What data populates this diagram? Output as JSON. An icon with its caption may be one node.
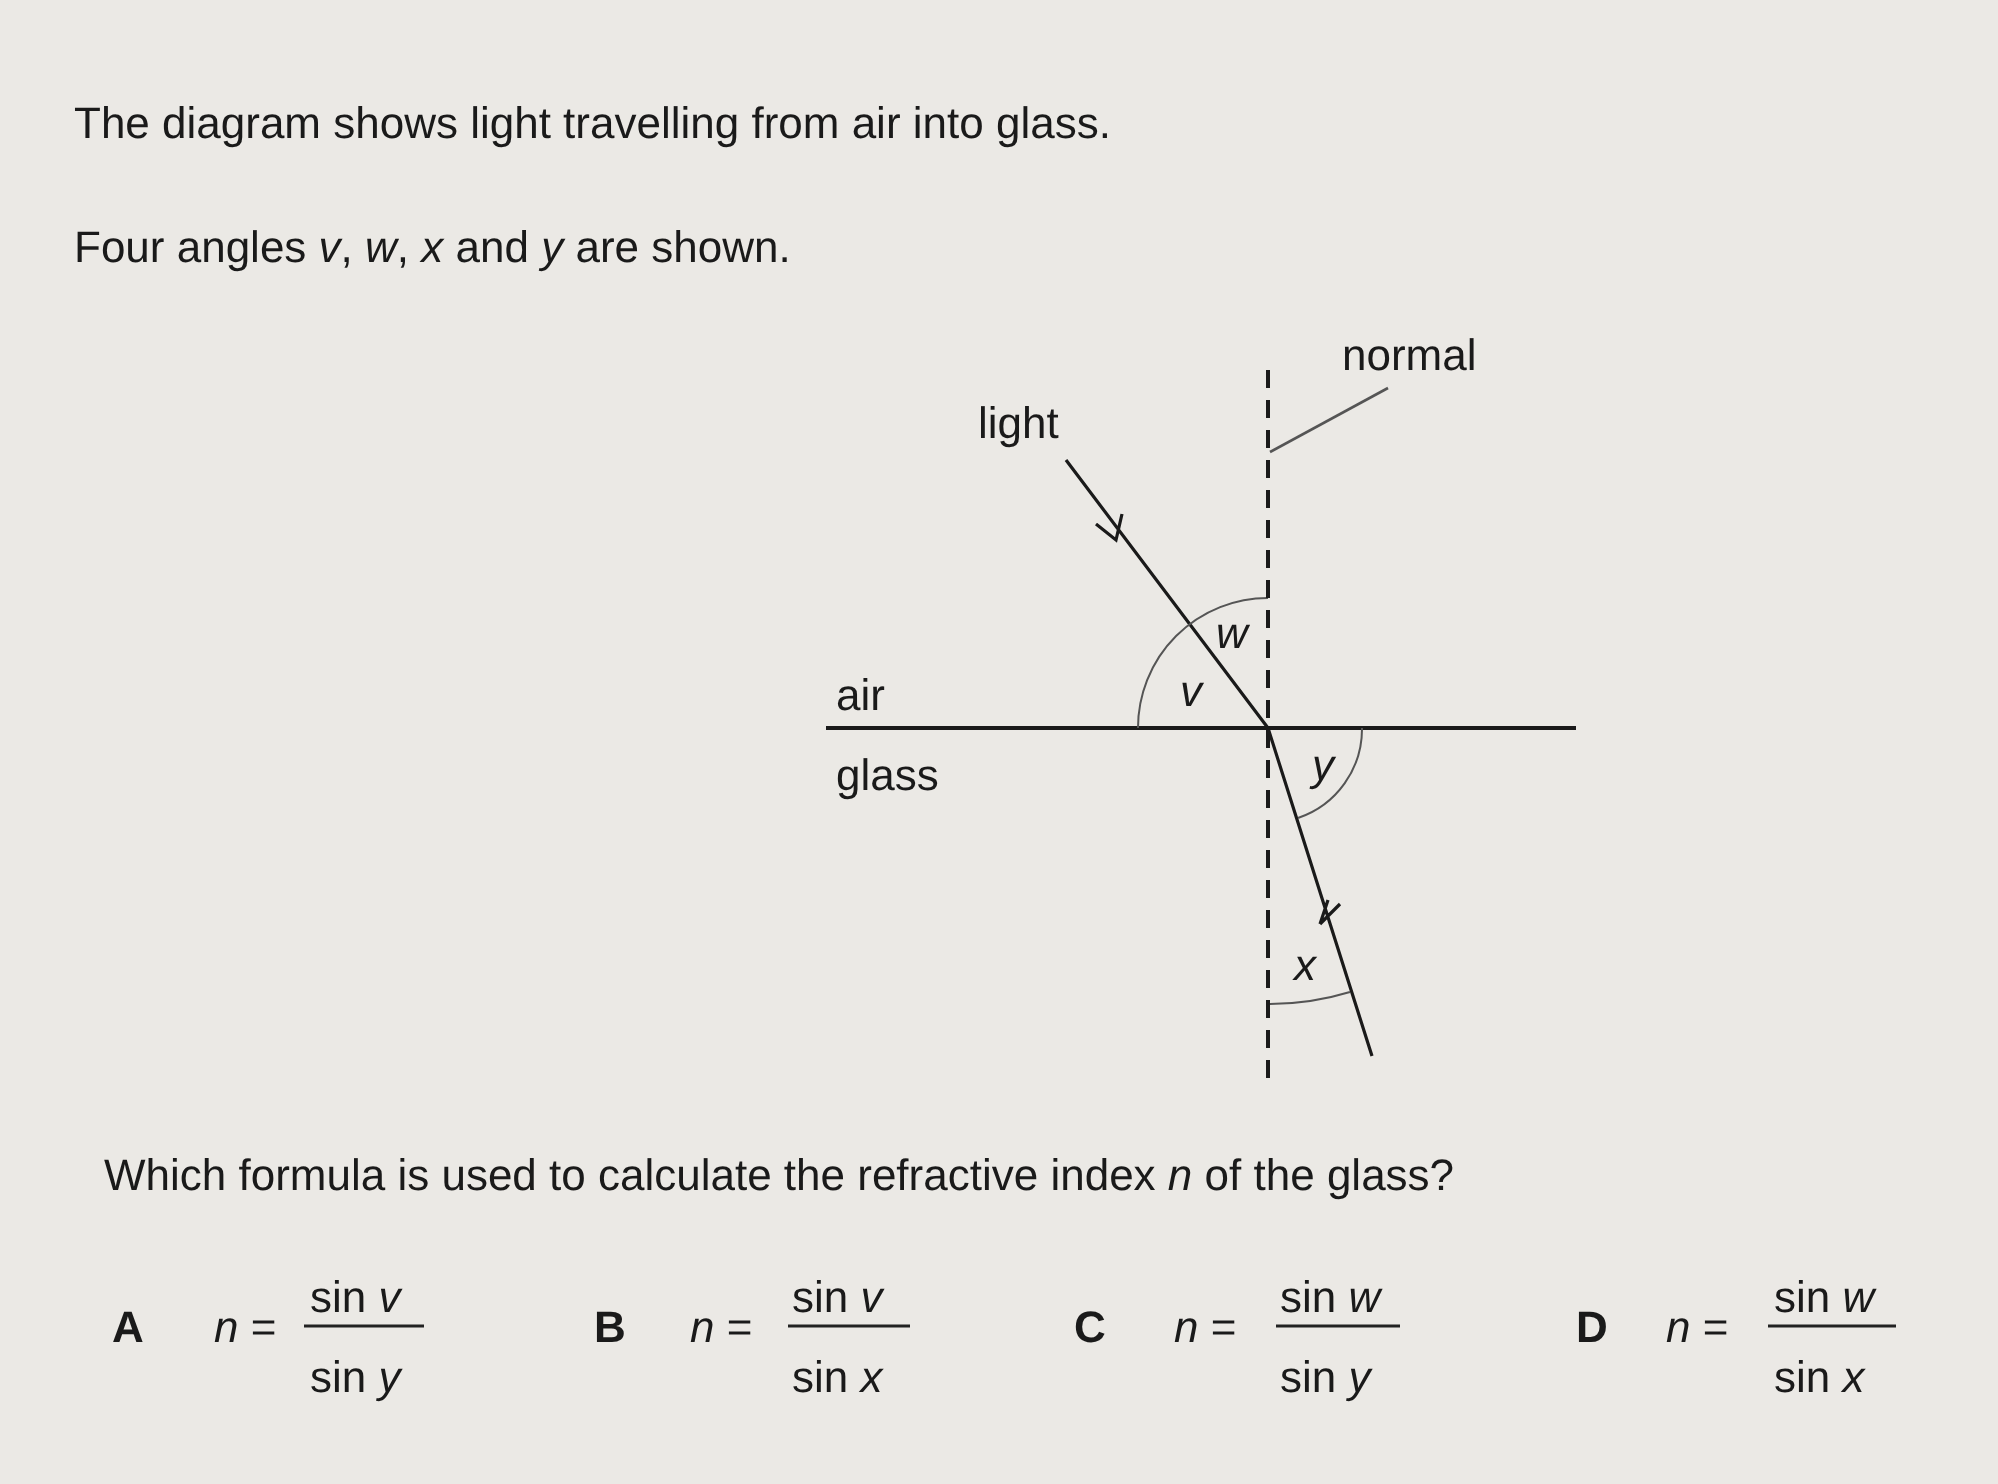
{
  "diagram": {
    "nodes": [
      {
        "text": [
          "normal"
        ]
      },
      {
        "text": [],
        "shape": "line"
      }
    ],
    "edges": [
      {
        "from": 0,
        "to": 1,
        "arrow": "none"
      }
    ],
    "labels": [
      "The diagram shows light travelling from air into glass.",
      "Four angles *v*, *w*, *x* and *y* are shown.",
      "light",
      "w",
      "air",
      "v",
      "glass",
      "y",
      "x",
      "Which formula is used to calculate the refractive index *n* of the glass?",
      "A",
      "*n* =",
      "sin *v*",
      "sin *y*",
      "B",
      "*n* =",
      "sin *v*",
      "sin *x*",
      "C",
      "*n* =",
      "sin *w*",
      "sin *y*",
      "D",
      "*n* =",
      "sin *w*",
      "sin *x*"
    ]
  }
}
